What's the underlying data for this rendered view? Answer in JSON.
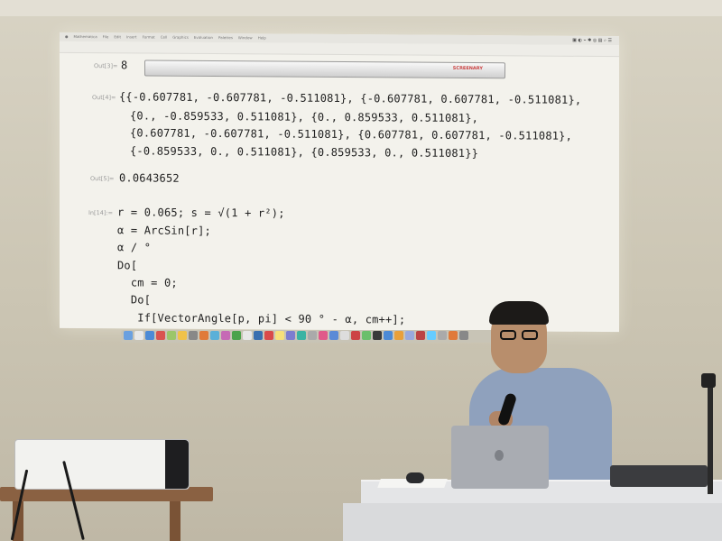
{
  "screen": {
    "out3_label": "Out[3]=",
    "out3_value": "8",
    "out4_label": "Out[4]=",
    "out4_lines": [
      "{{-0.607781, -0.607781, -0.511081}, {-0.607781, 0.607781, -0.511081},",
      "{0., -0.859533, 0.511081}, {0., 0.859533, 0.511081},",
      "{0.607781, -0.607781, -0.511081}, {0.607781, 0.607781, -0.511081},",
      "{-0.859533, 0., 0.511081}, {0.859533, 0., 0.511081}}"
    ],
    "out5_label": "Out[5]=",
    "out5_value": "0.0643652",
    "in14_label": "In[14]:=",
    "code_lines": [
      "r = 0.065; s = √(1 + r²);",
      "α = ArcSin[r];",
      "α / °",
      "Do[",
      "  cm = 0;",
      "  Do[",
      "   If[VectorAngle[p, pi] < 90 ° - α, cm++];"
    ],
    "screen_brand": "SCREENARY"
  },
  "colors": {
    "projected_bg": "#f3f2ec",
    "wall": "#cfc9b8",
    "shirt": "#8fa1bd"
  },
  "icons": [
    "dock-icons",
    "apple-logo-icon"
  ]
}
